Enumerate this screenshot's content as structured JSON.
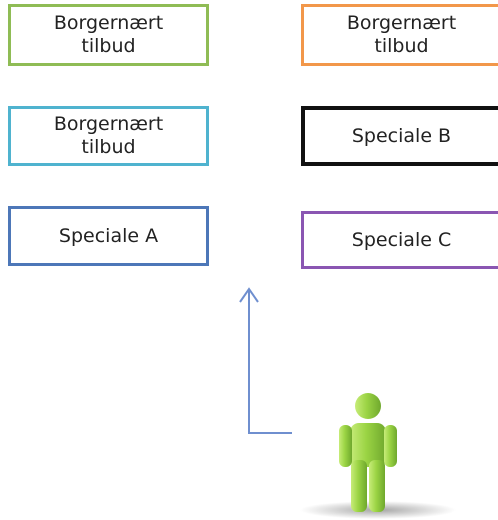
{
  "boxes": [
    {
      "id": "box-green",
      "label": "Borgernært\ntilbud",
      "color": "#8fbc55"
    },
    {
      "id": "box-orange",
      "label": "Borgernært\ntilbud",
      "color": "#f2974a"
    },
    {
      "id": "box-cyan",
      "label": "Borgernært\ntilbud",
      "color": "#4fb3cf"
    },
    {
      "id": "box-black",
      "label": "Speciale B",
      "color": "#111111"
    },
    {
      "id": "box-blue",
      "label": "Speciale A",
      "color": "#4d77b8"
    },
    {
      "id": "box-purple",
      "label": "Speciale C",
      "color": "#8a56b2"
    }
  ],
  "connector": {
    "color": "#6f8fcf",
    "icon": "up-arrow-icon"
  },
  "figure": {
    "icon": "person-icon",
    "color": "#9bd444"
  }
}
